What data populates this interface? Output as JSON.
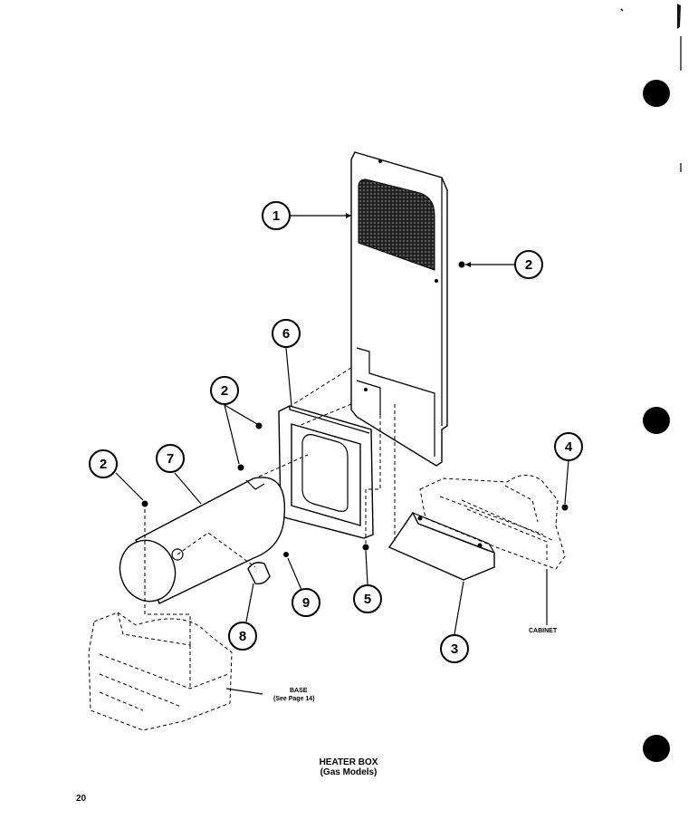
{
  "callouts": [
    "1",
    "2",
    "2",
    "2",
    "7",
    "6",
    "4",
    "9",
    "8",
    "5",
    "3"
  ],
  "labels": {
    "base_line1": "BASE",
    "base_line2": "(See Page 14)",
    "cabinet": "CABINET"
  },
  "caption": {
    "line1": "HEATER BOX",
    "line2": "(Gas Models)"
  },
  "page_number": "20"
}
